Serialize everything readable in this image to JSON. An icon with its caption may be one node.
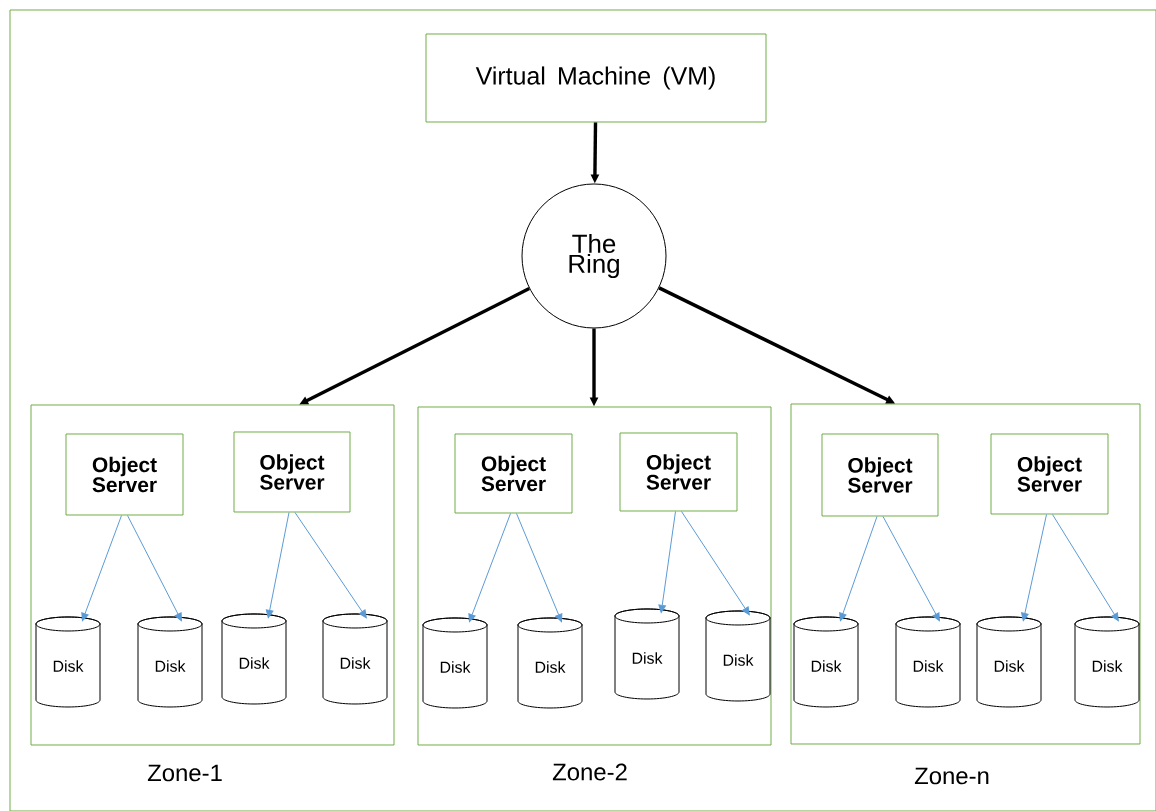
{
  "diagram": {
    "nodes": [
      {
        "text": [
          "Virtual Machine (VM)"
        ]
      },
      {
        "text": [
          "The Ring"
        ]
      },
      {
        "text": [
          "Zone-1"
        ]
      },
      {
        "text": [
          "Object Server"
        ],
        "in": 2
      },
      {
        "text": [
          "Object Server"
        ],
        "in": 2
      },
      {
        "text": [
          "Disk"
        ],
        "in": 2
      },
      {
        "text": [
          "Disk"
        ],
        "in": 2
      },
      {
        "text": [
          "Disk"
        ],
        "in": 2
      },
      {
        "text": [
          "Disk"
        ],
        "in": 2
      },
      {
        "text": [
          "Zone-2"
        ]
      },
      {
        "text": [
          "Object Server"
        ],
        "in": 9
      },
      {
        "text": [
          "Object Server"
        ],
        "in": 9
      },
      {
        "text": [
          "Disk"
        ],
        "in": 9
      },
      {
        "text": [
          "Disk"
        ],
        "in": 9
      },
      {
        "text": [
          "Disk"
        ],
        "in": 9
      },
      {
        "text": [
          "Disk"
        ],
        "in": 9
      },
      {
        "text": [
          "Zone-n"
        ]
      },
      {
        "text": [
          "Object Server"
        ],
        "in": 16
      },
      {
        "text": [
          "Object Server"
        ],
        "in": 16
      },
      {
        "text": [
          "Disk"
        ],
        "in": 16
      },
      {
        "text": [
          "Disk"
        ],
        "in": 16
      },
      {
        "text": [
          "Disk"
        ],
        "in": 16
      },
      {
        "text": [
          "Disk"
        ],
        "in": 16
      }
    ],
    "edges": [
      {
        "from": 0,
        "to": 1,
        "arrow": "to",
        "style": "thick",
        "color": "#000000"
      },
      {
        "from": 1,
        "to": 2,
        "arrow": "to",
        "style": "thick",
        "color": "#000000"
      },
      {
        "from": 1,
        "to": 9,
        "arrow": "to",
        "style": "thick",
        "color": "#000000"
      },
      {
        "from": 1,
        "to": 16,
        "arrow": "to",
        "style": "thick",
        "color": "#000000"
      },
      {
        "from": 3,
        "to": 5,
        "arrow": "to"
      },
      {
        "from": 3,
        "to": 6,
        "arrow": "to"
      },
      {
        "from": 4,
        "to": 7,
        "arrow": "to"
      },
      {
        "from": 4,
        "to": 8,
        "arrow": "to"
      },
      {
        "from": 10,
        "to": 12,
        "arrow": "to"
      },
      {
        "from": 10,
        "to": 13,
        "arrow": "to"
      },
      {
        "from": 11,
        "to": 14,
        "arrow": "to"
      },
      {
        "from": 11,
        "to": 15,
        "arrow": "to"
      },
      {
        "from": 17,
        "to": 19,
        "arrow": "to"
      },
      {
        "from": 17,
        "to": 20,
        "arrow": "to"
      },
      {
        "from": 18,
        "to": 21,
        "arrow": "to"
      },
      {
        "from": 18,
        "to": 22,
        "arrow": "to"
      }
    ]
  }
}
